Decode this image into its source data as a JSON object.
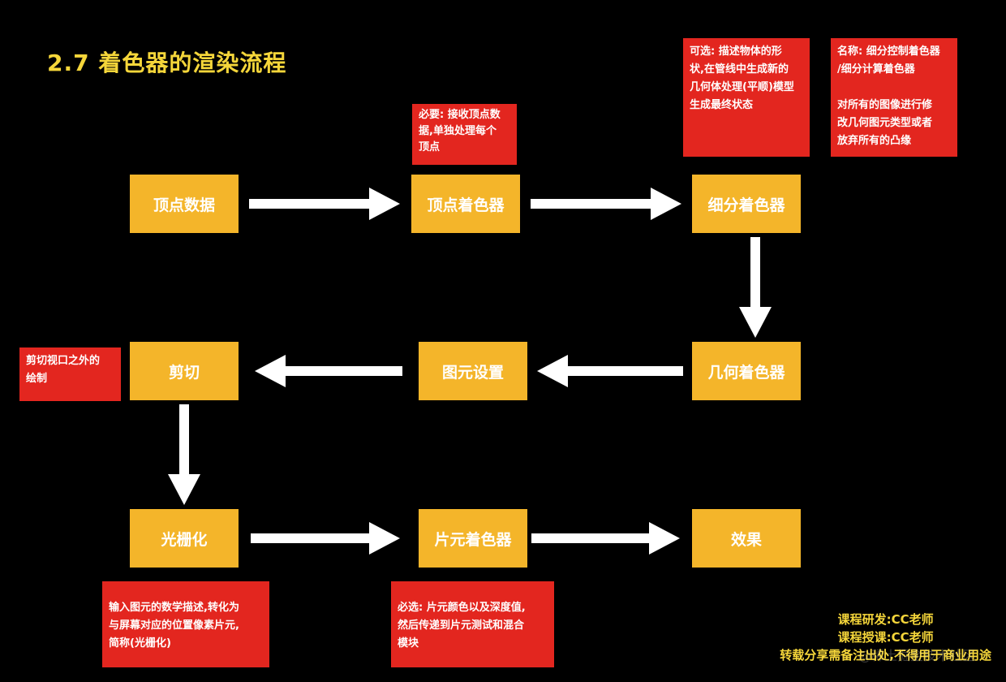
{
  "title": "2.7 着色器的渲染流程",
  "colors": {
    "background": "#000000",
    "box": "#f4b52a",
    "note": "#e3261f",
    "title": "#f5d63a",
    "arrow": "#ffffff"
  },
  "nodes": {
    "vertex_data": "顶点数据",
    "vertex_shader": "顶点着色器",
    "tessellation_shader": "细分着色器",
    "geometry_shader": "几何着色器",
    "primitive_setup": "图元设置",
    "clipping": "剪切",
    "rasterization": "光栅化",
    "fragment_shader": "片元着色器",
    "effect": "效果"
  },
  "notes": {
    "vertex_shader": "必要: 接收顶点数\n据,单独处理每个\n顶点",
    "tessellation_optional": "可选: 描述物体的形\n状,在管线中生成新的\n几何体处理(平顺)模型\n生成最终状态",
    "tessellation_names": "名称: 细分控制着色器\n/细分计算着色器\n\n对所有的图像进行修\n改几何图元类型或者\n放弃所有的凸缘",
    "clipping": "剪切视口之外的\n绘制",
    "rasterization": "输入图元的数学描述,转化为\n与屏幕对应的位置像素片元,\n简称(光栅化)",
    "fragment_shader": "必选: 片元颜色以及深度值,\n然后传递到片元测试和混合\n模块"
  },
  "credits": {
    "line1": "课程研发:CC老师",
    "line2": "课程授课:CC老师",
    "line3": "转载分享需备注出处,不得用于商业用途"
  },
  "watermark": "@稀土掘金技术社区"
}
